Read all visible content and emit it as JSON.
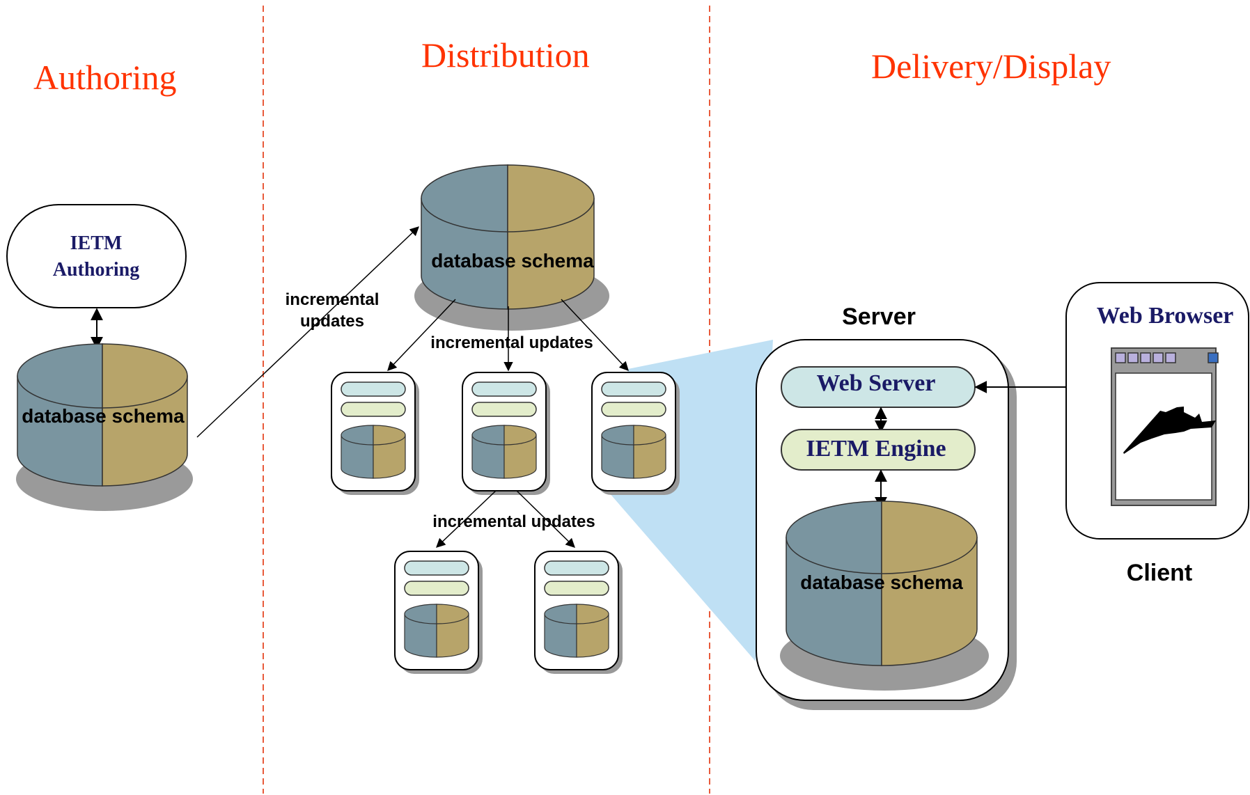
{
  "sections": {
    "authoring": "Authoring",
    "distribution": "Distribution",
    "delivery": "Delivery/Display"
  },
  "authoring": {
    "tool_label_line1": "IETM",
    "tool_label_line2": "Authoring",
    "db_label": "database schema"
  },
  "distribution": {
    "db_label": "database schema",
    "updates_label_line1": "incremental",
    "updates_label_line2": "updates",
    "updates_label_top": "incremental updates",
    "updates_label_bottom": "incremental updates"
  },
  "delivery": {
    "server_title": "Server",
    "web_server": "Web Server",
    "ietm_engine": "IETM Engine",
    "db_label": "database schema",
    "browser_title": "Web Browser",
    "client_title": "Client"
  },
  "colors": {
    "section_title": "#ff3300",
    "divider": "#e85a3a",
    "db_left": "#7a95a0",
    "db_right": "#b7a46a",
    "db_shadow": "#9a9a9a",
    "pill_blue": "#cde6e6",
    "pill_green": "#e3edcb",
    "highlight": "#bfe0f4",
    "serif_blue": "#1a1a66"
  },
  "icons": {
    "jet": "fighter-jet-icon",
    "browser": "browser-window-icon"
  }
}
